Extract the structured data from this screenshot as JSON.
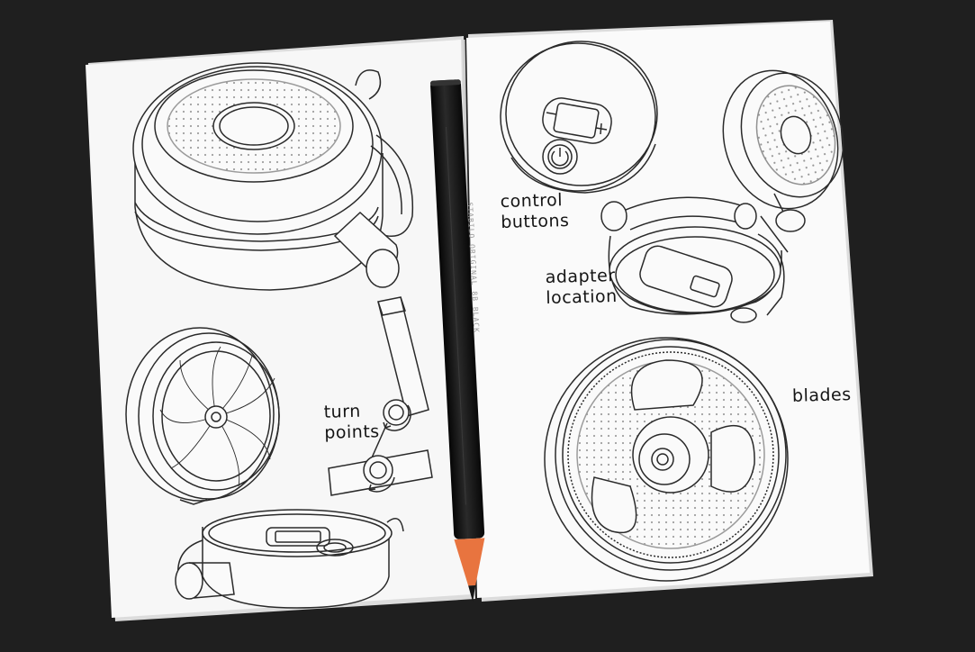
{
  "annotations": {
    "control_buttons": "control\nbuttons",
    "adapter_location": "adapter\nlocation",
    "turn_points": "turn\npoints",
    "blades": "blades"
  },
  "pencil": {
    "imprint": "STABILO  ORIGINAL  8B  BLACK"
  },
  "colors": {
    "background": "#1f1f1f",
    "paper": "#f7f7f7",
    "ink": "#2a2a2a",
    "pencil_body": "#141414",
    "pencil_wood": "#e8743f"
  }
}
